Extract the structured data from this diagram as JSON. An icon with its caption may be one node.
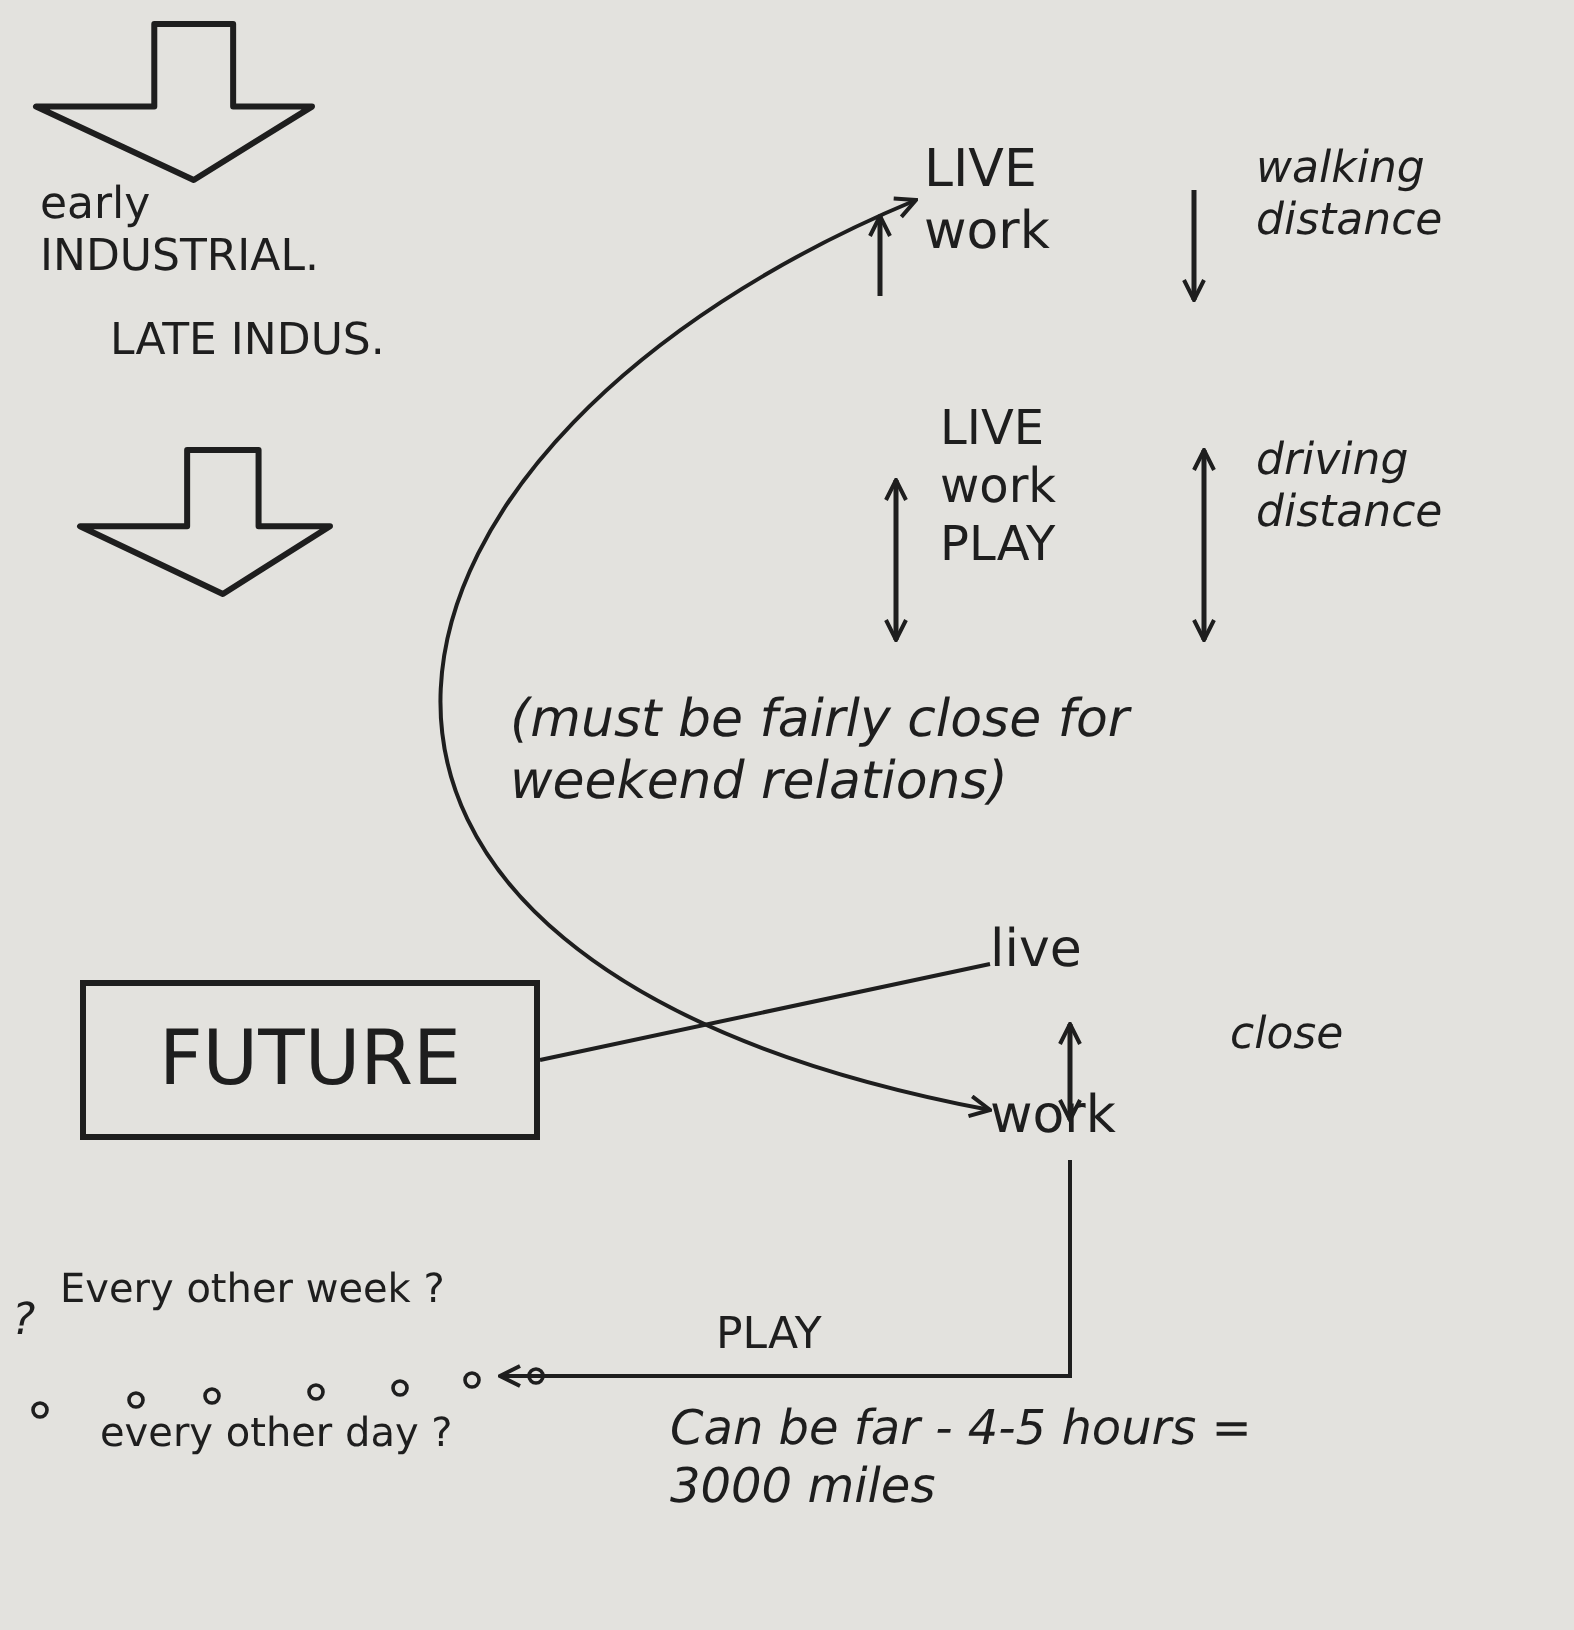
{
  "diagram": {
    "nodes": [
      {
        "text": [
          "early INDUSTRIAL."
        ]
      },
      {
        "text": [
          "LATE INDUS."
        ]
      },
      {
        "text": [
          "LIVE",
          "work"
        ]
      },
      {
        "text": [
          "LIVE",
          "work",
          "PLAY"
        ]
      },
      {
        "text": [
          "FUTURE"
        ]
      },
      {
        "text": [
          "live",
          "work"
        ],
        "beside": [
          "close"
        ]
      },
      {
        "text": [
          "Every other week ?",
          "every other day ?"
        ]
      }
    ],
    "edges": [
      {
        "from": 5,
        "to": 2,
        "arrow": "both"
      },
      {
        "from": 4,
        "to": 5,
        "arrow": "none"
      },
      {
        "from": 5,
        "to": 6,
        "arrow": "to",
        "label": "PLAY"
      }
    ],
    "labels": [
      "walking distance",
      "driving distance",
      "(must be fairly close for weekend relations)",
      "Can be far - 4-5 hours = 3000 miles",
      "?"
    ]
  }
}
